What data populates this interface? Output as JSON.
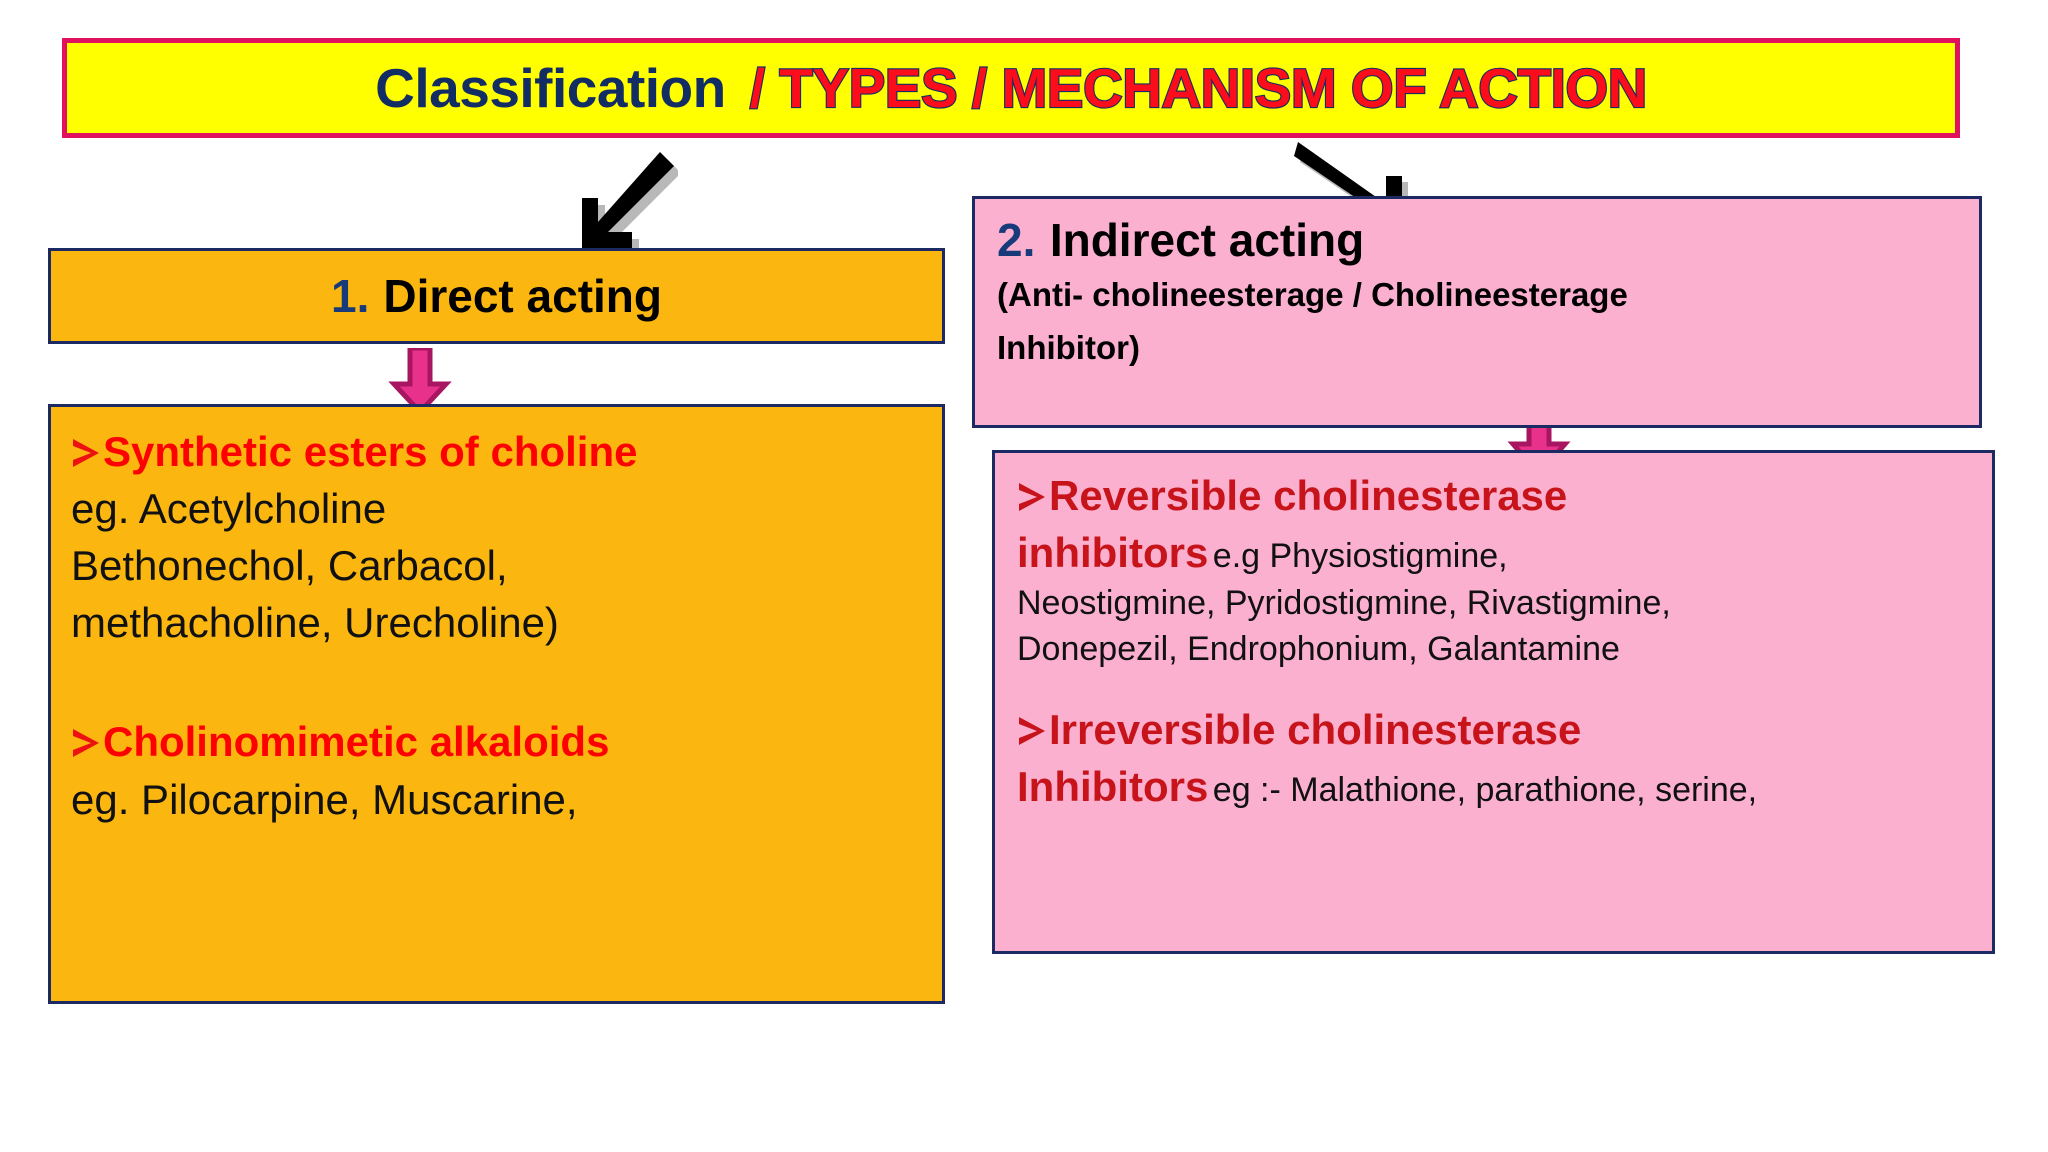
{
  "title": {
    "part_blue": "Classification",
    "part_red": "/ TYPES / MECHANISM OF ACTION"
  },
  "colors": {
    "banner_fill": "#ffff00",
    "banner_border": "#e0115f",
    "title_blue": "#122c64",
    "title_red": "#fc0d1b",
    "orange_fill": "#fbb710",
    "pink_fill": "#fcb0d0",
    "box_border": "#1b2a63",
    "bright_red": "#ff0000",
    "dark_red": "#c7141a",
    "magenta_arrow": "#e8318b",
    "magenta_arrow_outline": "#a81561"
  },
  "direct": {
    "number": "1.",
    "heading": "Direct acting",
    "group_1": {
      "bullet": "arrow-bullet",
      "title": "Synthetic esters of choline",
      "lines": [
        "eg. Acetylcholine",
        "Bethonechol, Carbacol,",
        "methacholine, Urecholine)"
      ]
    },
    "group_2": {
      "bullet": "arrow-bullet",
      "title": "Cholinomimetic alkaloids",
      "lines": [
        "eg. Pilocarpine, Muscarine,"
      ]
    }
  },
  "indirect": {
    "number": "2.",
    "heading": "Indirect acting",
    "subtitle_lines": [
      "(Anti- cholineesterage / Cholineesterage",
      "Inhibitor)"
    ],
    "group_1": {
      "bullet": "arrow-bullet",
      "title_line_1": "Reversible cholinesterase",
      "title_line_2": "inhibitors",
      "inline_after_title": "e.g Physiostigmine,",
      "lines": [
        "Neostigmine, Pyridostigmine, Rivastigmine,",
        "Donepezil, Endrophonium, Galantamine"
      ]
    },
    "group_2": {
      "bullet": "arrow-bullet",
      "title_line_1": "Irreversible cholinesterase",
      "title_line_2": "Inhibitors",
      "inline_after_title": "eg :- Malathione, parathione, serine,"
    }
  },
  "connectors": {
    "black_arrow_left": "arrow-down-left-icon",
    "black_arrow_right": "arrow-down-right-icon",
    "pink_arrow_left": "arrow-down-icon",
    "pink_arrow_right": "arrow-down-icon",
    "red_dot": "dot-marker"
  }
}
